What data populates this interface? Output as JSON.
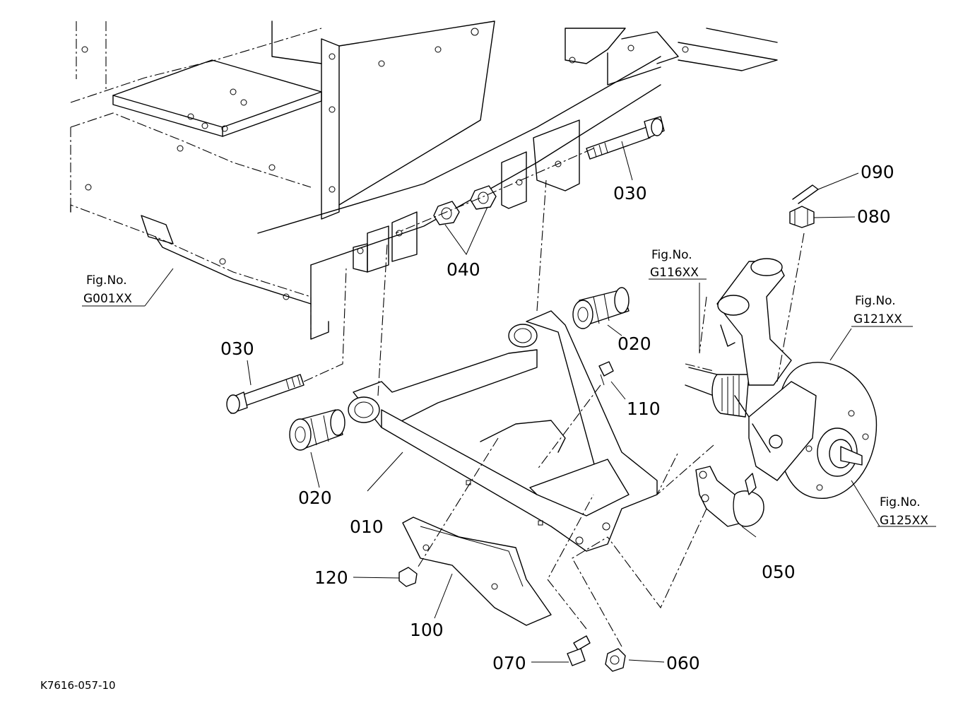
{
  "callouts": {
    "p010": "010",
    "p020a": "020",
    "p020b": "020",
    "p030a": "030",
    "p030b": "030",
    "p040": "040",
    "p050": "050",
    "p060": "060",
    "p070": "070",
    "p080": "080",
    "p090": "090",
    "p100": "100",
    "p110": "110",
    "p120": "120"
  },
  "figure_refs": {
    "frame": {
      "line1": "Fig.No.",
      "line2": "G001XX"
    },
    "axle": {
      "line1": "Fig.No.",
      "line2": "G116XX"
    },
    "knuckle": {
      "line1": "Fig.No.",
      "line2": "G121XX"
    },
    "hub": {
      "line1": "Fig.No.",
      "line2": "G125XX"
    }
  },
  "diagram_code": "K7616-057-10"
}
